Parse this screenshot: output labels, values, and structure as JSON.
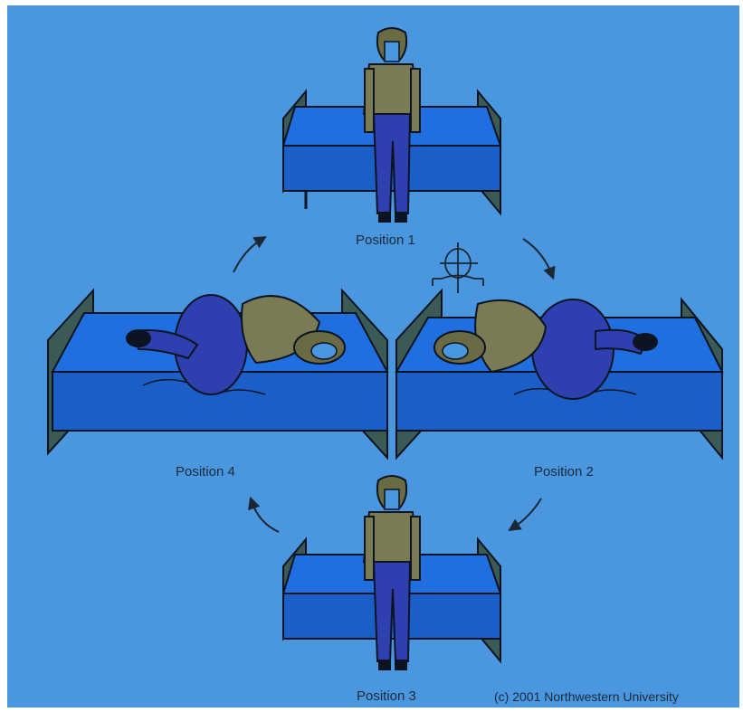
{
  "positions": [
    {
      "id": 1,
      "label": "Position 1"
    },
    {
      "id": 2,
      "label": "Position 2"
    },
    {
      "id": 3,
      "label": "Position 3"
    },
    {
      "id": 4,
      "label": "Position 4"
    }
  ],
  "credit": "(c) 2001 Northwestern University",
  "colors": {
    "background": "#4a97e0",
    "mattress": "#1a66d6",
    "bed_frame": "#3b5a55",
    "shirt": "#7a7a55",
    "pants": "#2e3fb0",
    "outline": "#0b1420",
    "arrow": "#1b2733"
  },
  "icons": [
    "cycle-arrow-icon",
    "head-rotation-symbol-icon",
    "bed-icon",
    "person-icon"
  ]
}
